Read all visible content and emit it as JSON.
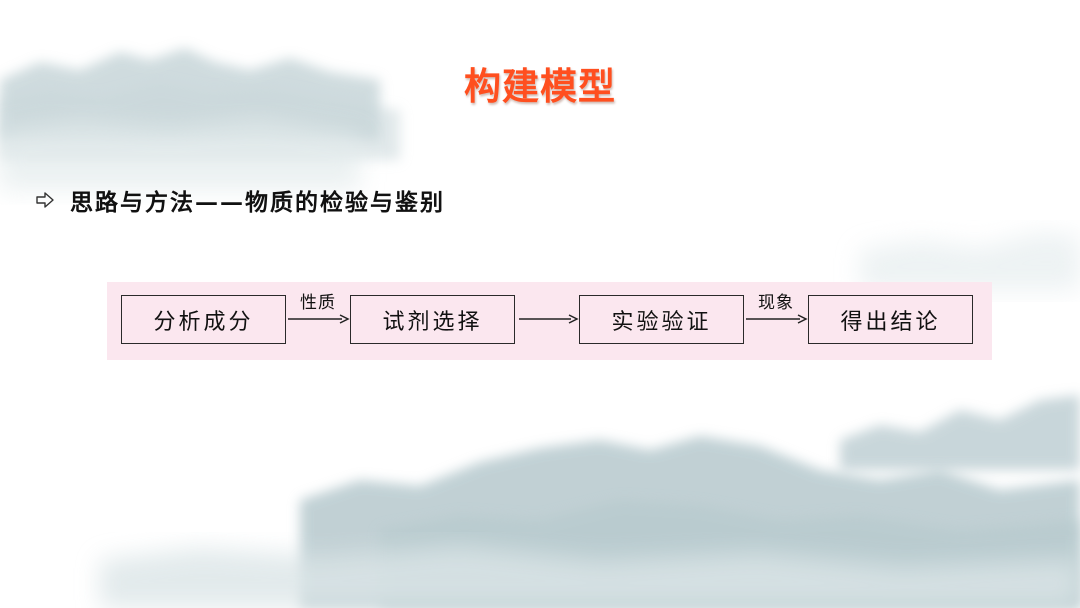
{
  "slide": {
    "title": "构建模型",
    "subtitle": "思路与方法——物质的检验与鉴别",
    "bullet_icon": "hollow-arrow-icon"
  },
  "flow": {
    "steps": [
      "分析成分",
      "试剂选择",
      "实验验证",
      "得出结论"
    ],
    "connectors": [
      "性质",
      "",
      "现象"
    ]
  },
  "colors": {
    "title": "#ff4f1f",
    "flow_background": "#fbe7ef",
    "text": "#111111"
  }
}
